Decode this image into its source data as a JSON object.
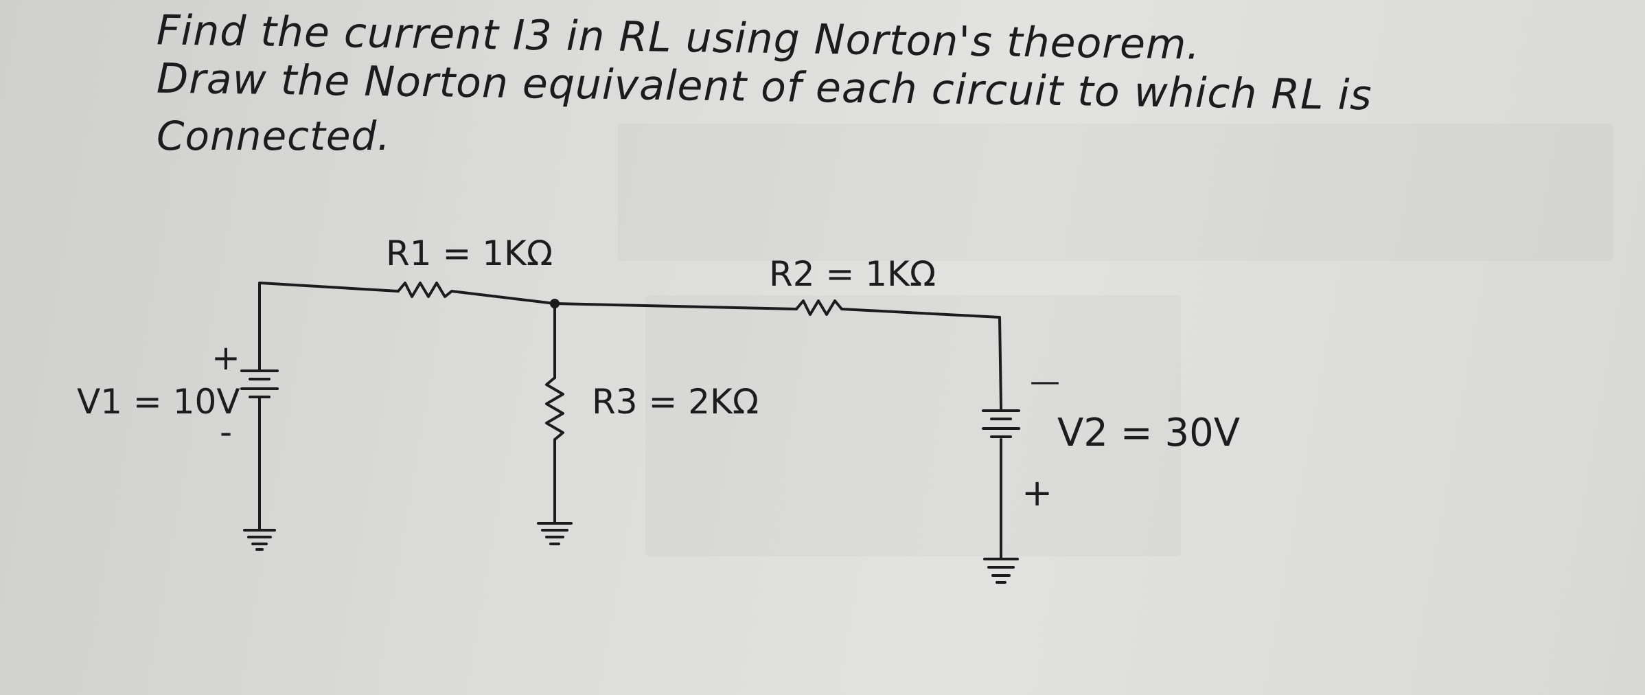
{
  "problem": {
    "line1": "Find the current I3 in RL using Norton's theorem.",
    "line2": "Draw the Norton equivalent of each circuit to which RL is",
    "line3": "Connected."
  },
  "labels": {
    "r1": "R1 = 1KΩ",
    "r2": "R2 = 1KΩ",
    "r3": "R3 = 2KΩ",
    "v1": "V1 = 10V",
    "v2": "V2 = 30V",
    "v1_plus": "+",
    "v1_minus": "-",
    "v2_minus": "—",
    "v2_plus": "+"
  },
  "colors": {
    "paper": "#dededc",
    "ink": "#1c1c1e"
  }
}
